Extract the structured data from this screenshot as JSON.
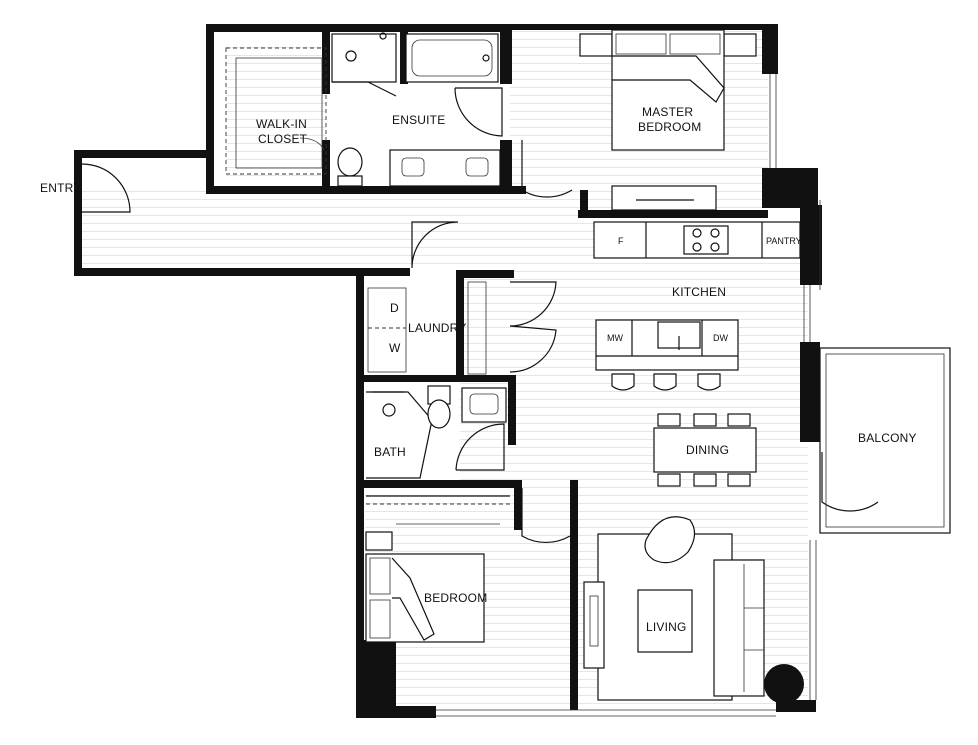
{
  "rooms": {
    "entry": "ENTRY",
    "walk_in_closet_1": "WALK-IN",
    "walk_in_closet_2": "CLOSET",
    "ensuite": "ENSUITE",
    "master_bedroom_1": "MASTER",
    "master_bedroom_2": "BEDROOM",
    "kitchen": "KITCHEN",
    "laundry": "LAUNDRY",
    "bath": "BATH",
    "dining": "DINING",
    "balcony": "BALCONY",
    "bedroom": "BEDROOM",
    "living": "LIVING"
  },
  "appliances": {
    "fridge": "F",
    "pantry": "PANTRY",
    "dryer": "D",
    "washer": "W",
    "microwave": "MW",
    "dishwasher": "DW"
  },
  "colors": {
    "wall": "#111111",
    "floor_line": "#e6e6e6",
    "background": "#ffffff"
  }
}
